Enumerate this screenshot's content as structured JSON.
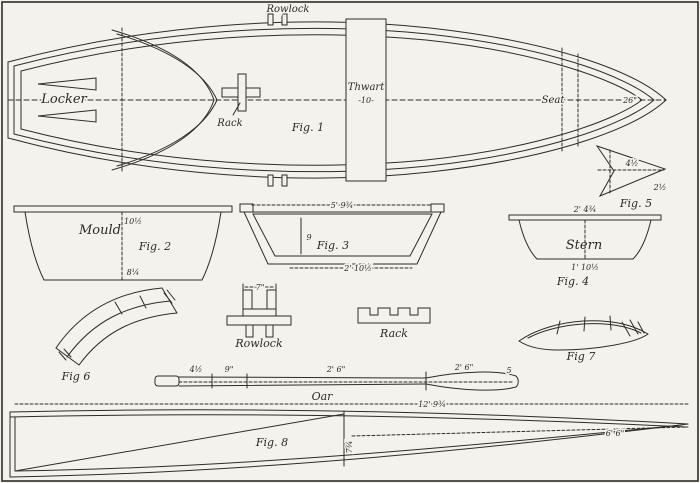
{
  "page": {
    "bg": "#f4f2ec",
    "ink": "#2e2c27"
  },
  "fig1": {
    "rowlock": "Rowlock",
    "locker": "Locker",
    "rack": "Rack",
    "label": "Fig. 1",
    "thwart": "Thwart",
    "thwart_dim": "-10-",
    "seat": "Seat",
    "seat_dim": "26\""
  },
  "fig2": {
    "name": "Mould",
    "label": "Fig. 2",
    "dim_top": "10½",
    "dim_bottom": "8¼"
  },
  "fig3": {
    "label": "Fig. 3",
    "dim_top": "5' 9¾",
    "dim_side": "9",
    "dim_bottom": "2' 10½"
  },
  "fig4": {
    "name": "Stern",
    "label": "Fig. 4",
    "dim_top": "2' 4¾",
    "dim_bottom": "1' 10½"
  },
  "fig5": {
    "label": "Fig. 5",
    "dim_a": "4½",
    "dim_b": "2½"
  },
  "fig6": {
    "label": "Fig 6"
  },
  "rowlock_detail": {
    "label": "Rowlock",
    "dim": "7\""
  },
  "rack_detail": {
    "label": "Rack"
  },
  "fig7": {
    "label": "Fig 7"
  },
  "oar": {
    "label": "Oar",
    "dim_1": "4½",
    "dim_2": "9\"",
    "dim_3": "2' 6\"",
    "dim_4": "2' 6\"",
    "dim_5": "5"
  },
  "fig8": {
    "label": "Fig. 8",
    "dim_top": "12' 9¾",
    "dim_right": "6' 6\"",
    "dim_left": "7¾"
  }
}
